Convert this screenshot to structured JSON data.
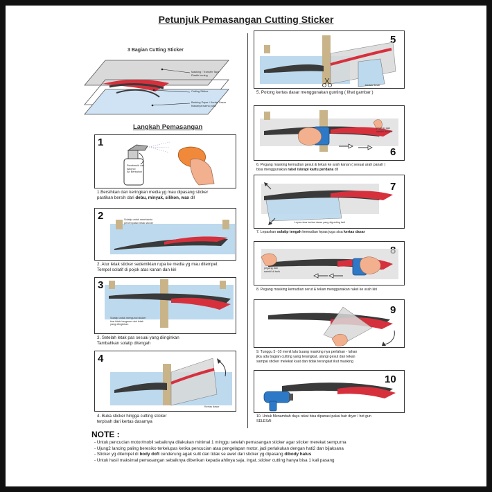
{
  "title": "Petunjuk Pemasangan Cutting Sticker",
  "bagian": {
    "heading": "3 Bagian Cutting Sticker",
    "label_masking": "Masking / Transfer Tape\nPlastik bening",
    "label_cutting": "Cutting Sticker",
    "label_backing": "Backing Paper / Kertas Dasar\nbiasanya warna putih"
  },
  "langkah_heading": "Langkah Pemasangan",
  "steps": [
    {
      "num": "1",
      "caption_html": "1.Bersihkan dan keringkan media yg mau dipasang sticker\npastikan bersih dari <b>debu, minyak, silikon, wax</b> dll",
      "bottle_text": "Pembersih cair\nAlkohol\nAir Bersabun"
    },
    {
      "num": "2",
      "note": "Solatip untuk membantu\npenempatan letak sticker",
      "caption_html": "2. Atur letak sticker sedemikian rupa ke media yg mau ditempel.\nTempel solatif di pojok atas kanan dan kiri"
    },
    {
      "num": "3",
      "note": "Solatip untuk mengunci sticker\nbiar tidak bergeser dari letak\nyang diinginkan",
      "caption_html": "3. Setelah letak pas sesuai yang diinginkan\nTambahkan solatip ditengah"
    },
    {
      "num": "4",
      "note": "Kertas dasar",
      "caption_html": "4. Buka sticker hingga cutting sticker\nterpisah dari kertas dasarnya"
    },
    {
      "num": "5",
      "note": "Kertas dasar",
      "caption_html": "5. Potong kertas dasar menggunakan gunting ( lihat gambar )"
    },
    {
      "num": "6",
      "note": "pegang dan\nsambil di tarik",
      "caption_html": "6. Pegang masking kemudian gesut & tekan ke arah kanan ( sesuai arah panah )\nbisa menggunakan <b>rakel /skrapi kartu perdana</b> dll"
    },
    {
      "num": "7",
      "note": "Lepas sisa kertas dasar yang digunting tadi",
      "caption_html": "7. Lepaskan <b>solatip tengah</b> kemudian lepas juga sisa <b>kertas dasar</b>"
    },
    {
      "num": "8",
      "note": "pegang dan\nsambil di tarik",
      "caption_html": "8. Pegang masking kemudian serut & tekan menggunakan rakel ke arah kiri"
    },
    {
      "num": "9",
      "caption_html": "9. Tunggu 5 -10 menit lalu buang masking nya perlahan - lahan\njika ada bagian cutting yang terangkat, ulangi gesut dan tekan\nsampai sticker melekat kuat dan tidak terangkat ikut masking"
    },
    {
      "num": "10",
      "caption_html": "10. Untuk Menambah daya rekat bisa dipanasi pakai hair dryer / hot gun\nSELESAI"
    }
  ],
  "note": {
    "title": "NOTE :",
    "items_html": [
      "- Untuk pencucian motor/mobil sebaiknya dilakukan minimal 1 minggu setelah pemasangan sticker agar sticker merekat sempurna",
      "- Ujung2 lancing paling beresiko terkelupas ketika pencucian atau pengelapan motor, jadi perlakukan dengan hati2 dan bijaksana",
      "- Sticker yg ditempel di <b>body doft</b> cenderung agak sulit dan tidak se awet dari sticker yg dipasang <b>dibody halus</b>",
      "- Untuk hasil maksimal pemasangan sebaiknya diberikan kepada ahlinya saja, ingat..sticker cutting hanya bisa 1 kali pasang"
    ]
  },
  "colors": {
    "red": "#d6303d",
    "dark": "#3a3a3a",
    "blue": "#bcd9ee",
    "tape": "#c9b48a",
    "masking": "#d9d9d9",
    "hand": "#f2b08f",
    "cloth": "#f08a3a",
    "tool": "#2d79c7"
  },
  "icons": [
    "spray-bottle-icon",
    "cloth-icon",
    "scissors-icon",
    "squeegee-icon",
    "hair-dryer-icon",
    "arrow-icon"
  ]
}
